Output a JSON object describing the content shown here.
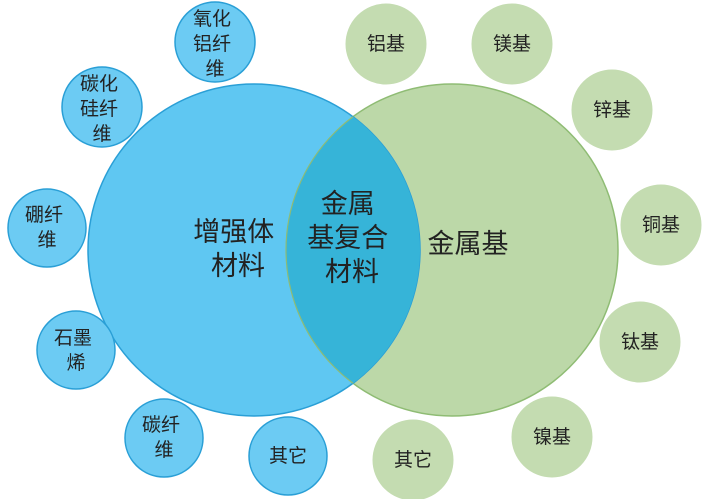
{
  "colors": {
    "reinforcement_fill": "#5FC7F2",
    "reinforcement_stroke": "#2A9FD6",
    "matrix_fill": "#BCD8A8",
    "matrix_stroke": "#8FBC74",
    "overlap_fill": "#36B4D8",
    "small_blue_fill": "#6CCBF3",
    "small_green_fill": "#C4DCB1"
  },
  "reinforcement": {
    "label": [
      "增强体",
      "材料"
    ]
  },
  "matrix": {
    "label": [
      "金属基"
    ]
  },
  "composite": {
    "label": [
      "金属",
      "基复合",
      "材料"
    ]
  },
  "reinforcement_types": [
    {
      "label": [
        "氧化",
        "铝纤",
        "维"
      ]
    },
    {
      "label": [
        "碳化",
        "硅纤",
        "维"
      ]
    },
    {
      "label": [
        "硼纤",
        "维"
      ]
    },
    {
      "label": [
        "石墨",
        "烯"
      ]
    },
    {
      "label": [
        "碳纤",
        "维"
      ]
    },
    {
      "label": [
        "其它"
      ]
    }
  ],
  "matrix_types": [
    {
      "label": [
        "铝基"
      ]
    },
    {
      "label": [
        "镁基"
      ]
    },
    {
      "label": [
        "锌基"
      ]
    },
    {
      "label": [
        "铜基"
      ]
    },
    {
      "label": [
        "钛基"
      ]
    },
    {
      "label": [
        "镍基"
      ]
    },
    {
      "label": [
        "其它"
      ]
    }
  ]
}
